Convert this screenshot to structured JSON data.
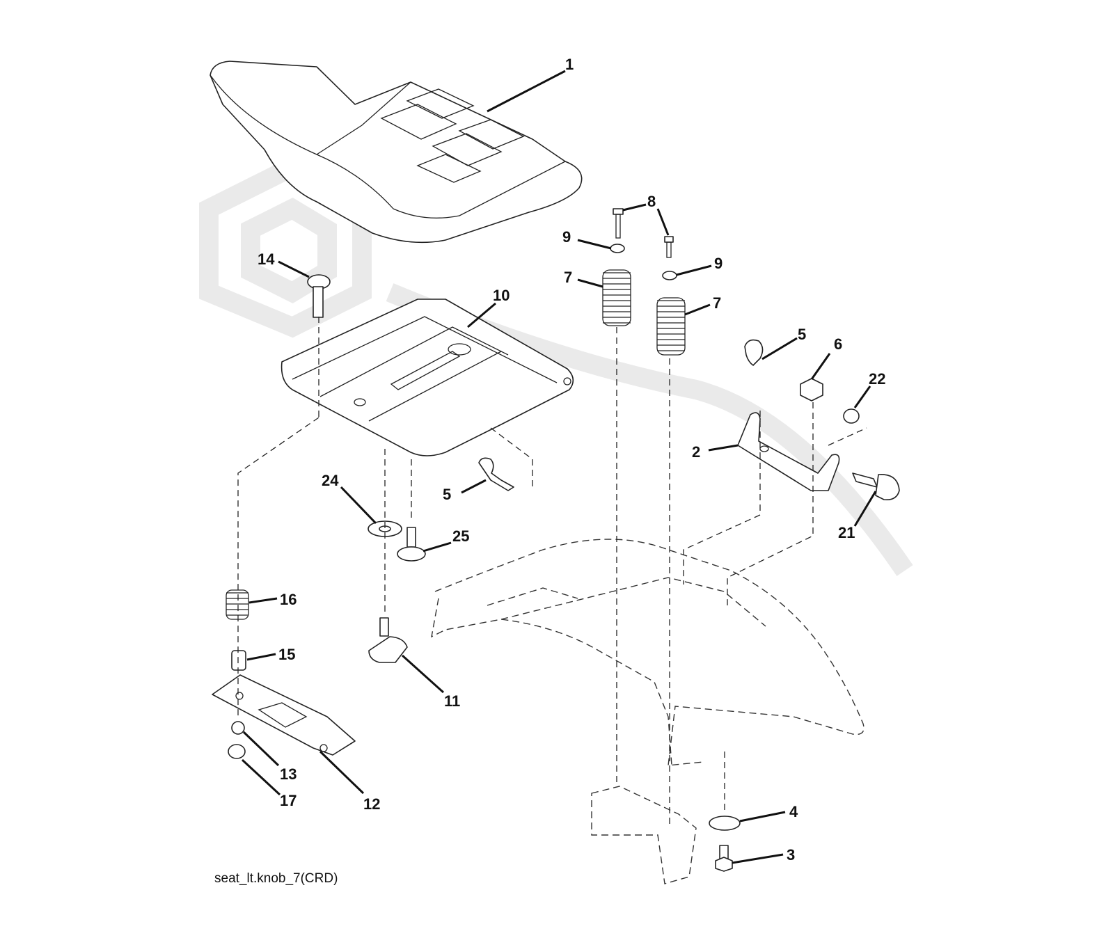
{
  "diagram": {
    "callouts": [
      {
        "id": "c1",
        "label": "1"
      },
      {
        "id": "c2",
        "label": "2"
      },
      {
        "id": "c3",
        "label": "3"
      },
      {
        "id": "c4",
        "label": "4"
      },
      {
        "id": "c5a",
        "label": "5"
      },
      {
        "id": "c5b",
        "label": "5"
      },
      {
        "id": "c6",
        "label": "6"
      },
      {
        "id": "c7a",
        "label": "7"
      },
      {
        "id": "c7b",
        "label": "7"
      },
      {
        "id": "c8",
        "label": "8"
      },
      {
        "id": "c9a",
        "label": "9"
      },
      {
        "id": "c9b",
        "label": "9"
      },
      {
        "id": "c10",
        "label": "10"
      },
      {
        "id": "c11",
        "label": "11"
      },
      {
        "id": "c12",
        "label": "12"
      },
      {
        "id": "c13",
        "label": "13"
      },
      {
        "id": "c14",
        "label": "14"
      },
      {
        "id": "c15",
        "label": "15"
      },
      {
        "id": "c16",
        "label": "16"
      },
      {
        "id": "c17",
        "label": "17"
      },
      {
        "id": "c21",
        "label": "21"
      },
      {
        "id": "c22",
        "label": "22"
      },
      {
        "id": "c24",
        "label": "24"
      },
      {
        "id": "c25",
        "label": "25"
      }
    ],
    "caption": "seat_lt.knob_7(CRD)",
    "watermark": "partstree logo"
  }
}
